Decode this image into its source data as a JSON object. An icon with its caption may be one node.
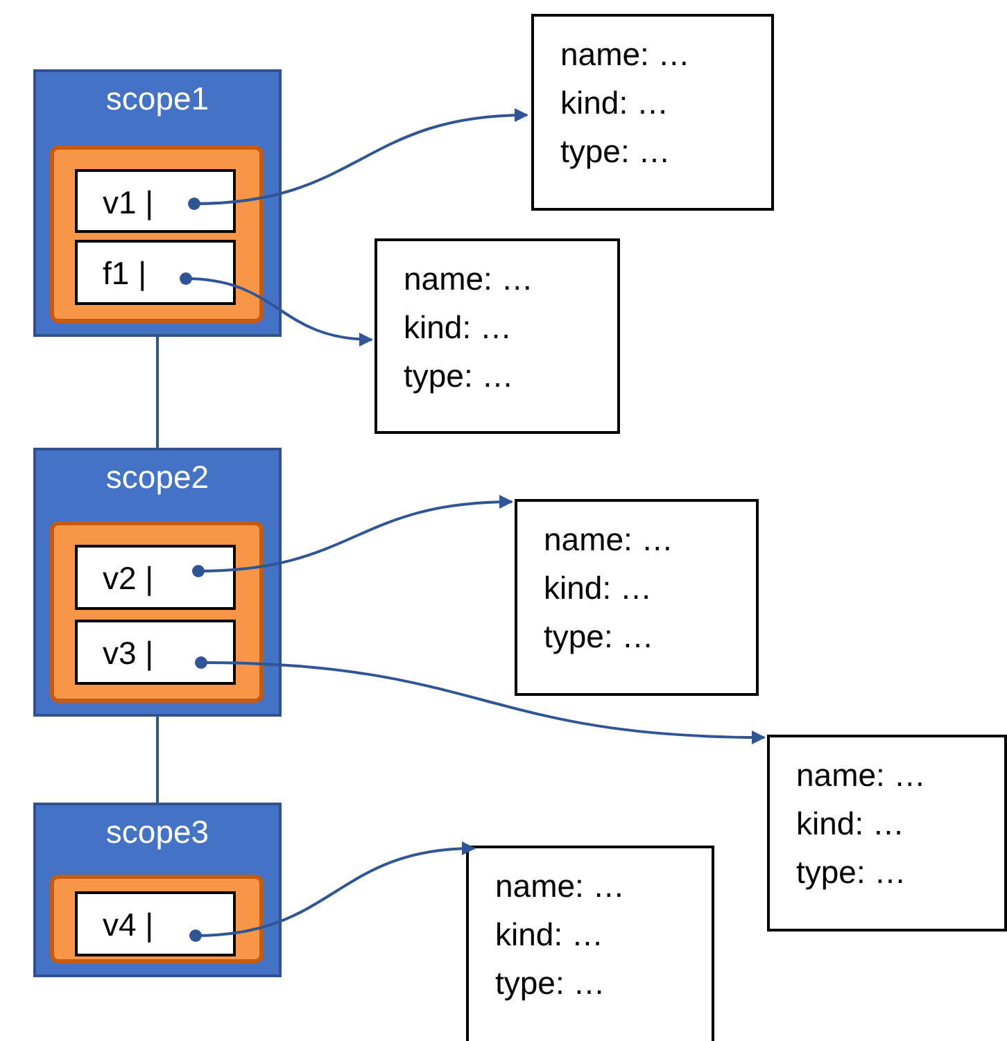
{
  "diagram": {
    "nodes": [
      {
        "text": [
          "scope1"
        ]
      },
      {
        "text": [],
        "shape": "box",
        "in": 0
      },
      {
        "text": [
          "v1 |"
        ],
        "in": 1
      },
      {
        "text": [
          "f1 |"
        ],
        "in": 1
      },
      {
        "text": [
          "name: …",
          "kind: …",
          "type: …"
        ]
      },
      {
        "text": [
          "name: …",
          "kind: …",
          "type: …"
        ]
      },
      {
        "text": [
          "scope2"
        ]
      },
      {
        "text": [],
        "shape": "box",
        "in": 6
      },
      {
        "text": [
          "v2 |"
        ],
        "in": 7
      },
      {
        "text": [
          "v3 |"
        ],
        "in": 7
      },
      {
        "text": [
          "name: …",
          "kind: …",
          "type: …"
        ]
      },
      {
        "text": [
          "name: …",
          "kind: …",
          "type: …"
        ]
      },
      {
        "text": [
          "scope3"
        ]
      },
      {
        "text": [],
        "shape": "box",
        "in": 12
      },
      {
        "text": [
          "v4 |"
        ],
        "in": 13
      },
      {
        "text": [
          "name: …",
          "kind: …",
          "type: …"
        ]
      }
    ],
    "edges": [
      {
        "from": 0,
        "to": 6,
        "arrow": "none"
      },
      {
        "from": 6,
        "to": 12,
        "arrow": "none"
      },
      {
        "from": 2,
        "to": 4,
        "arrow": "to"
      },
      {
        "from": 3,
        "to": 5,
        "arrow": "to"
      },
      {
        "from": 8,
        "to": 10,
        "arrow": "to"
      },
      {
        "from": 9,
        "to": 11,
        "arrow": "to"
      },
      {
        "from": 14,
        "to": 15,
        "arrow": "to"
      }
    ]
  }
}
